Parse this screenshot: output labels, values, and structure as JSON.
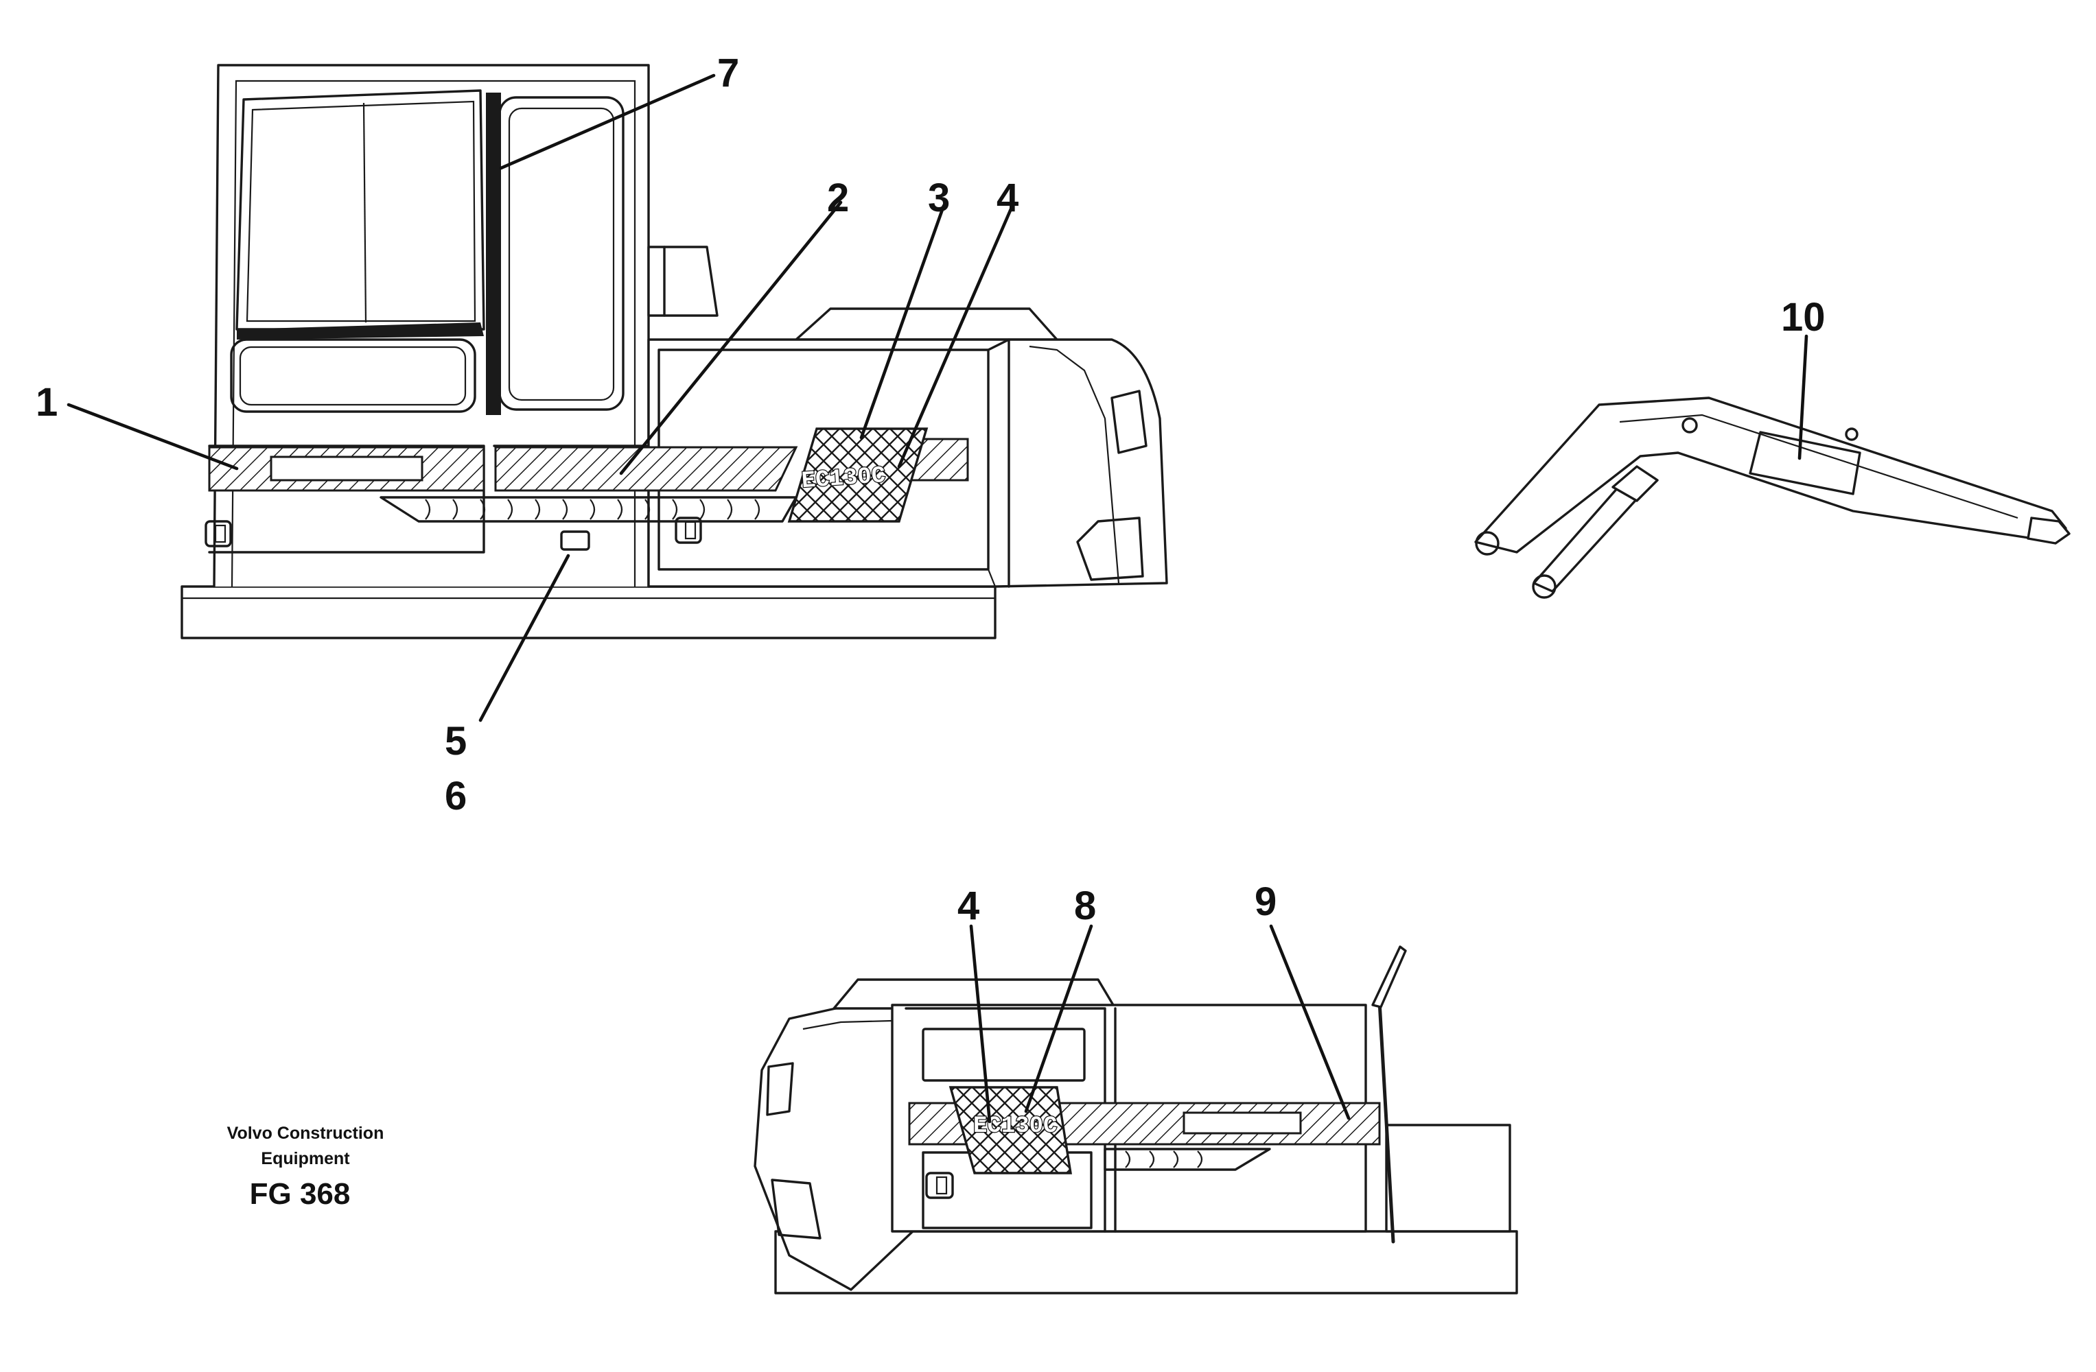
{
  "callouts": {
    "c1": "1",
    "c2": "2",
    "c3": "3",
    "c4a": "4",
    "c5": "5",
    "c6": "6",
    "c7": "7",
    "c4b": "4",
    "c8": "8",
    "c9": "9",
    "c10": "10"
  },
  "decals": {
    "model_badge_side": "EC130C",
    "model_badge_rear": "EC130C"
  },
  "footer": {
    "company_line1": "Volvo Construction",
    "company_line2": "Equipment",
    "figure_code": "FG 368"
  }
}
